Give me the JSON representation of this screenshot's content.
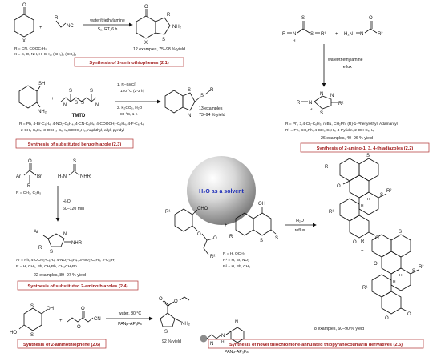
{
  "center": {
    "label": "H₂O as a solvent"
  },
  "scheme_21": {
    "caption": "Synthesis of 2-aminothiophenes (2.1)",
    "cond_top": "water/triethylamine",
    "cond_bottom": "S₈, RT, 6 h",
    "yield": "12 examples, 75–98 % yield",
    "subst_r": "R = CN, COOC₂H₅",
    "subst_x": "X = S, O, NH, H, CH₂, (CH₂)₂ (CH₂)₃",
    "atoms": {
      "o": "O",
      "x": "X",
      "r": "R",
      "nc": "NC",
      "s": "S",
      "nh2": "NH₂"
    }
  },
  "scheme_22": {
    "caption": "Synthesis of 2-amino-1, 3, 4-thiadiazoles (2.2)",
    "cond_top": "water/triethylamine",
    "cond_bottom": "reflux",
    "yield": "26 examples, 40–96 % yield",
    "subst_r": "R = Ph, 3,4-Cl₂-C₆H₃, n-Bu, CH₂Ph, (R)-1-Phenylethyl, Adamantyl",
    "subst_r2": "R² = Ph, CH₂Ph, 4-CH₃-C₆H₄, 4-Pyridin, 2-OH-C₆H₄",
    "atoms": {
      "r": "R",
      "n": "N",
      "h": "H",
      "s": "S",
      "r1": "R¹",
      "h2n": "H₂N",
      "o": "O",
      "r2": "R²"
    }
  },
  "scheme_23": {
    "caption": "Synthesis of substituted benzothiazole (2.3)",
    "reagent_name": "TMTD",
    "step1": "1.  R–Br(Cl)",
    "step1b": "120 °C (2-3 h)",
    "step2": "2.  K₂CO₃, H₂O",
    "step2b": "80 °C, 1 h",
    "yield_a": "13 examples",
    "yield_b": "73–94 % yield",
    "subst_a": "R = Ph, 4-Br-C₆H₄, 4-NO₂-C₆H₄, 4-CN-C₆H₄, 4-COOCH₃-C₆H₄, 4-F-C₆H₄",
    "subst_b": "2-CH₃-C₆H₄, 3-OCH₃-C₆H₄,COOC₂H₅, naphthyl, allyl, pyridyl",
    "atoms": {
      "sh": "SH",
      "nh2": "NH₂",
      "s": "S",
      "n": "N",
      "r": "R"
    }
  },
  "scheme_24": {
    "caption": "Synthesis of substituted 2-aminothiazoles (2.4)",
    "cond_top": "H₂O",
    "cond_bottom": "60–120 min",
    "subst_r0": "R = CH₃, C₂H₅",
    "subst_ar": "Ar = Ph, 4-OCH₃-C₆H₄, 4-NO₂-C₆H₄, 3-NO₂-C₆H₄, 2-C₁₀H₇",
    "subst_r": "R = H, CH₃, Ph, CH₂Ph, CH₂CH₂Ph",
    "yield": "22 examples, 89–97 % yield",
    "atoms": {
      "o": "O",
      "ar": "Ar",
      "br": "Br",
      "r": "R",
      "h2n": "H₂N",
      "nhr": "NHR",
      "s": "S",
      "n": "N"
    }
  },
  "scheme_25": {
    "caption": "Synthesis of novel thiochromone-annulated thiopyranocoumarin derivatives (2.5)",
    "cond_top": "H₂O",
    "cond_bottom": "reflux",
    "yield": "8 examples, 60–90 % yield",
    "subst_r": "R = H, OCH₃",
    "subst_r1": "R¹ = H, Br, NO₂",
    "subst_r2": "R² = H, Ph, CH₃",
    "atoms": {
      "cho": "CHO",
      "oh": "OH",
      "s": "S",
      "o": "O",
      "r": "R",
      "r1": "R¹",
      "r2": "R²",
      "h": "H"
    }
  },
  "scheme_26": {
    "caption": "Synthesis of 2-aminothiophene (2.6)",
    "cond_top": "water, 80 °C",
    "cond_bottom": "PANp-AP₃Fs",
    "yield": "92 % yield",
    "catalyst_label": "PANp-AP₃Fs",
    "atoms": {
      "oh": "OH",
      "ho": "HO",
      "s": "S",
      "o": "O",
      "cn": "CN",
      "nh2": "NH₂",
      "n": "N",
      "h": "H"
    }
  }
}
